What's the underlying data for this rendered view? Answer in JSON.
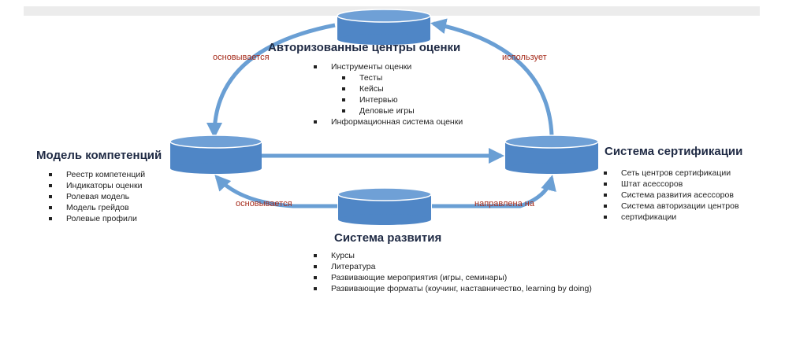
{
  "nodes": {
    "centers": {
      "title": "Авторизованные центры оценки",
      "items": [
        {
          "text": "Инструменты оценки",
          "level": 0
        },
        {
          "text": "Тесты",
          "level": 1
        },
        {
          "text": "Кейсы",
          "level": 1
        },
        {
          "text": "Интервью",
          "level": 1
        },
        {
          "text": "Деловые игры",
          "level": 1
        },
        {
          "text": "Информационная система оценки",
          "level": 0
        }
      ]
    },
    "model": {
      "title": "Модель компетенций",
      "items": [
        "Реестр компетенций",
        "Индикаторы оценки",
        "Ролевая модель",
        "Модель грейдов",
        "Ролевые профили"
      ]
    },
    "certification": {
      "title": "Система сертификации",
      "items": [
        "Сеть центров сертификации",
        "Штат асессоров",
        "Система развития асессоров",
        "Система авторизации центров",
        "сертификации"
      ]
    },
    "development": {
      "title": "Система развития",
      "items": [
        "Курсы",
        "Литература",
        "Развивающие мероприятия (игры, семинары)",
        "Развивающие форматы (коучинг, наставничество, learning by doing)"
      ]
    }
  },
  "edges": {
    "centers_to_model": "основывается",
    "certification_to_centers": "использует",
    "development_to_model": "основывается",
    "development_to_certification": "направлена на"
  },
  "colors": {
    "cylinder_body": "#4f86c6",
    "cylinder_top": "#6fa0d6",
    "cylinder_edge": "#ffffff",
    "arrow": "#6a9fd4",
    "label": "#a52a1a",
    "title": "#1f2a44"
  }
}
